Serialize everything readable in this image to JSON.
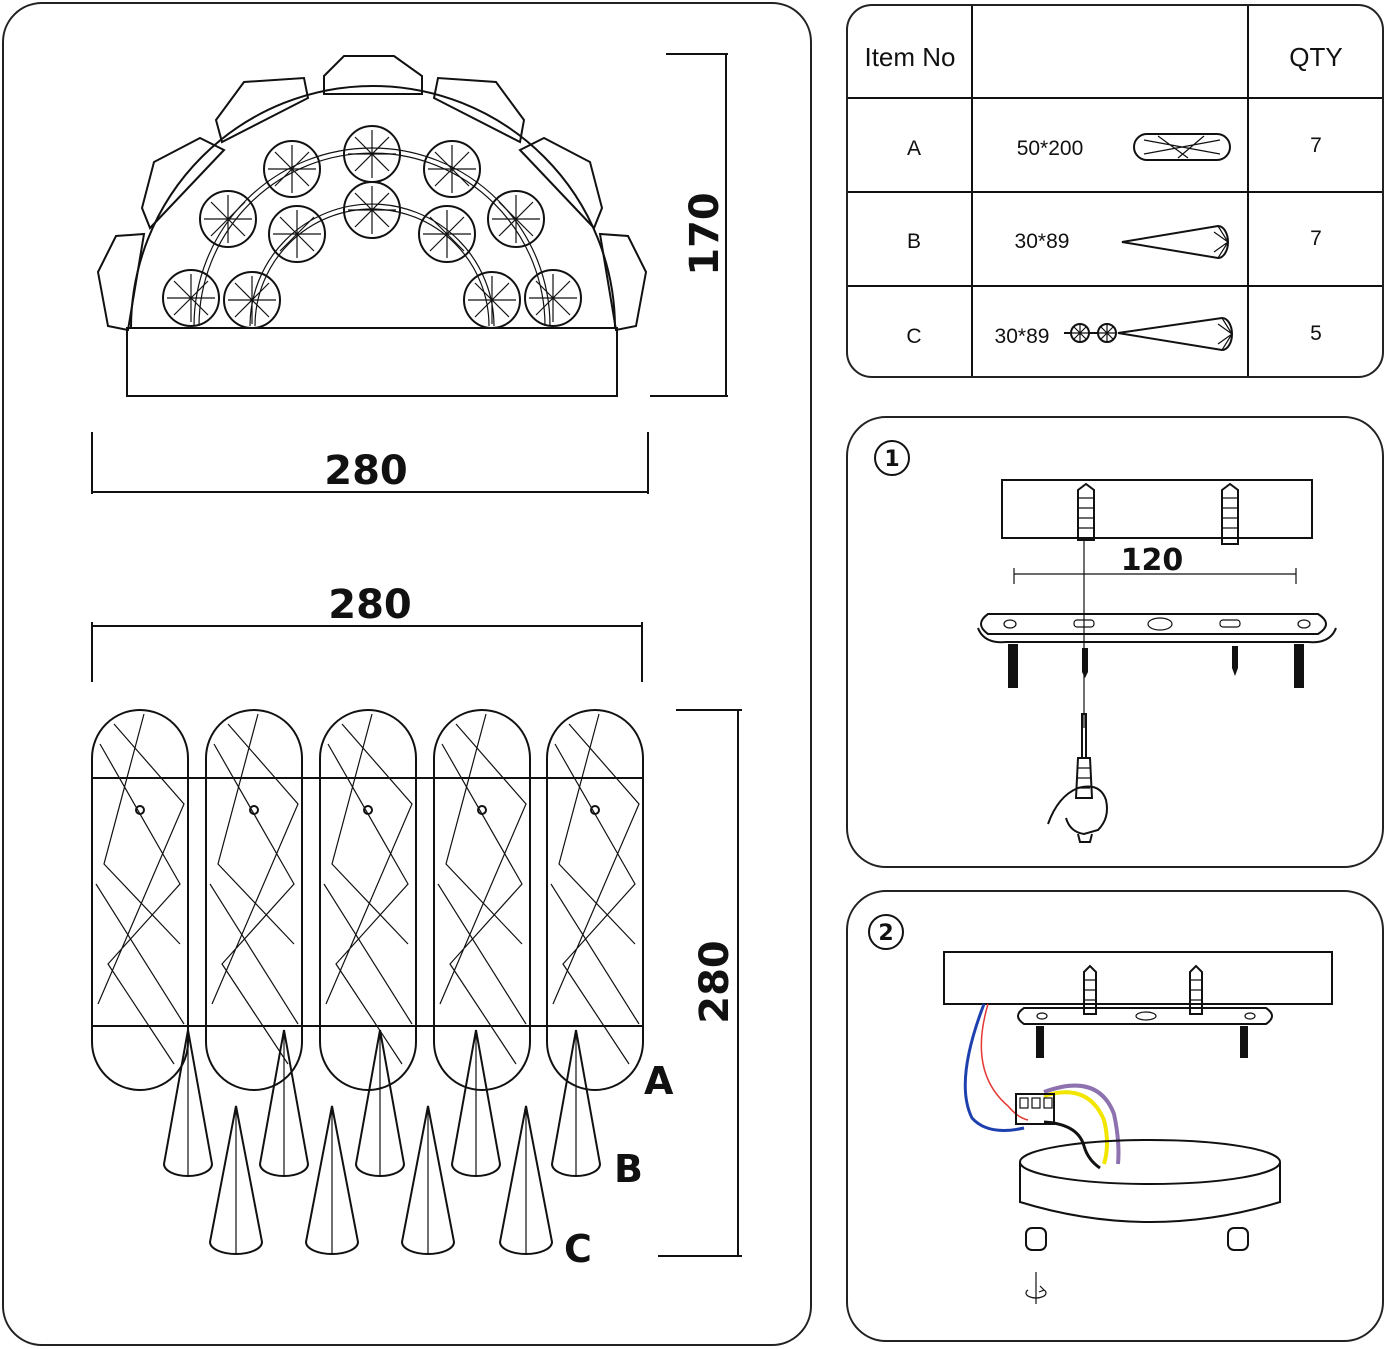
{
  "front_view": {
    "width_label": "280",
    "height_label": "170"
  },
  "bottom_view": {
    "width_label": "280",
    "height_label": "280",
    "part_labels": [
      "A",
      "B",
      "C"
    ]
  },
  "parts_table": {
    "headers": {
      "item_no": "Item No",
      "size": "",
      "qty": "QTY"
    },
    "rows": [
      {
        "item": "A",
        "size": "50*200",
        "qty": "7"
      },
      {
        "item": "B",
        "size": "30*89",
        "qty": "7"
      },
      {
        "item": "C",
        "size": "30*89",
        "qty": "5"
      }
    ]
  },
  "step1": {
    "number": "1",
    "spacing_label": "120"
  },
  "step2": {
    "number": "2"
  },
  "colors": {
    "line": "#111111",
    "wire_red": "#e53935",
    "wire_blue": "#1e40af",
    "wire_yellow": "#f2e600",
    "wire_purple": "#8e72b0"
  }
}
